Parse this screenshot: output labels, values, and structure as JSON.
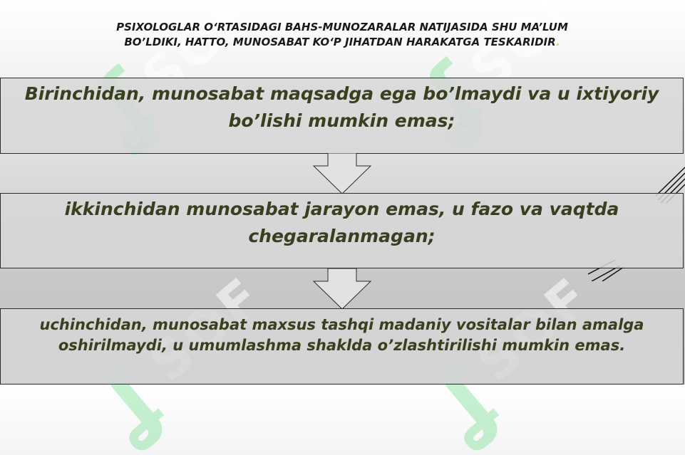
{
  "title": {
    "line1": "PSIXOLOGLAR O‘RTASIDAGI BAHS-MUNOZARALAR NATIJASIDA SHU MA’LUM",
    "line2": "BO’LDIKI,  HATTO,  MUNOSABAT  KO‘P  JIHATDAN  HARAKATGA  TESKARIDIR",
    "end_mark": "."
  },
  "points": [
    "Birinchidan, munosabat maqsadga ega bo’lmaydi va u ixtiyoriy bo’lishi mumkin emas;",
    "ikkinchidan munosabat jarayon emas, u fazo va vaqtda chegaralanmagan;",
    "uchinchidan,  munosabat  maxsus  tashqi  madaniy vositalar  bilan amalga  oshirilmaydi,  u  umumlashma  shaklda o’zlashtirilishi mumkin emas."
  ],
  "watermark": {
    "text": "SOF"
  },
  "colors": {
    "text_dark": "#3a3f1f",
    "title_text": "#1a1a1a",
    "box_border": "#2b2b2b",
    "watermark_green": "#96e6aa"
  }
}
